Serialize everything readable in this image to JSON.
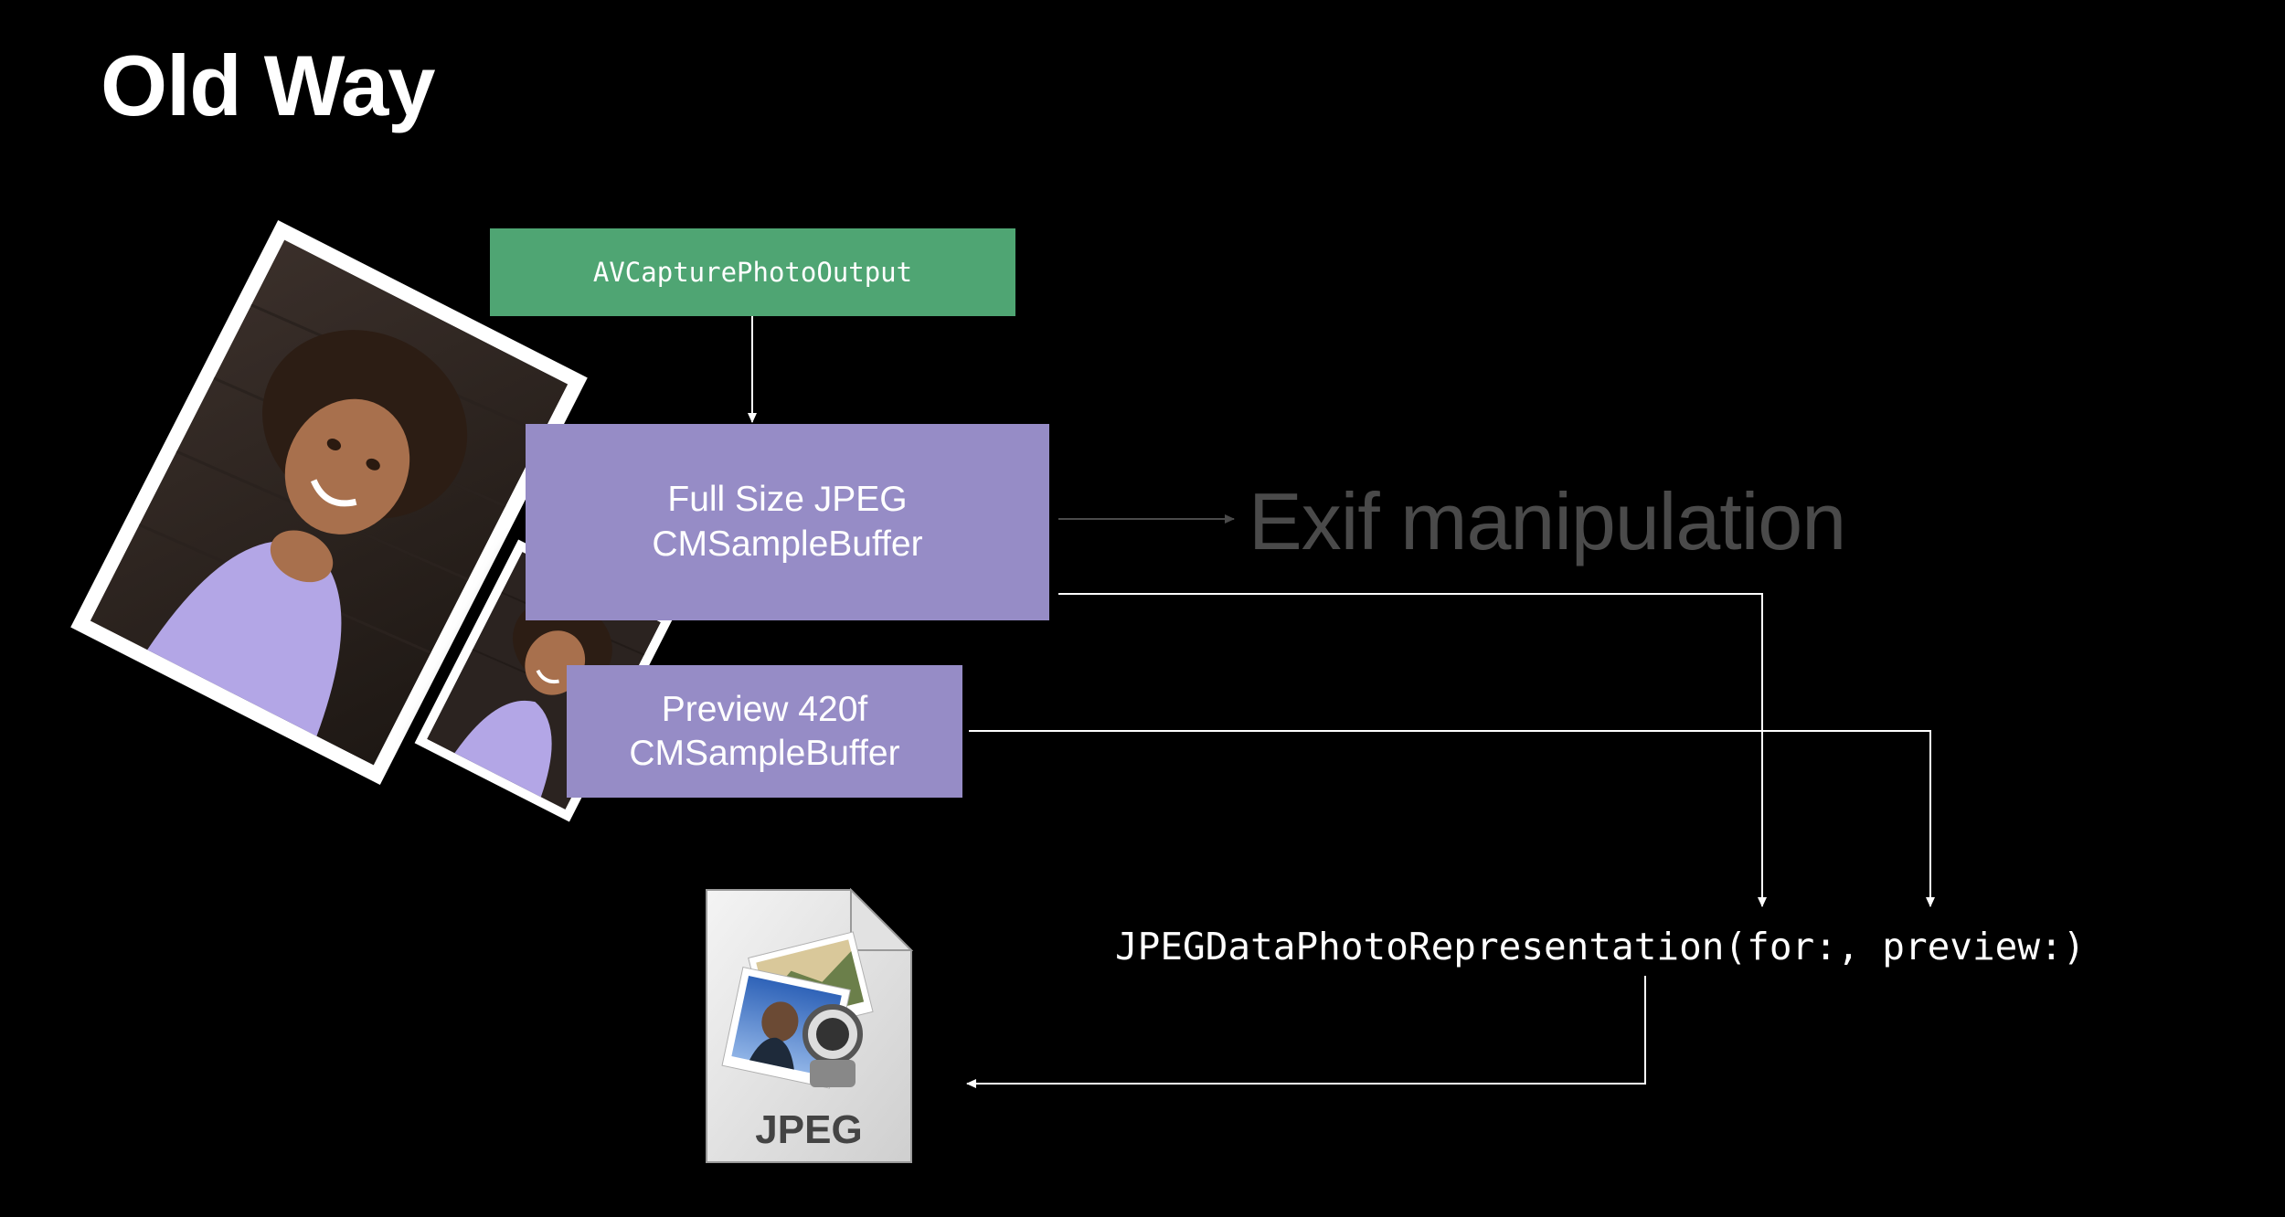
{
  "slide": {
    "title": "Old Way"
  },
  "diagram": {
    "output_box": "AVCapturePhotoOutput",
    "jpeg_box": {
      "line1": "Full Size JPEG",
      "line2": "CMSampleBuffer"
    },
    "preview_box": {
      "line1": "Preview 420f",
      "line2": "CMSampleBuffer"
    },
    "exif_label": "Exif manipulation",
    "api_call": "JPEGDataPhotoRepresentation(for:, preview:)",
    "file_icon_label": "JPEG"
  },
  "colors": {
    "background": "#000000",
    "output_box": "#4fa573",
    "buffer_box": "#968cc6",
    "dimmed_text": "#4a4a4a",
    "connector": "#ffffff"
  }
}
